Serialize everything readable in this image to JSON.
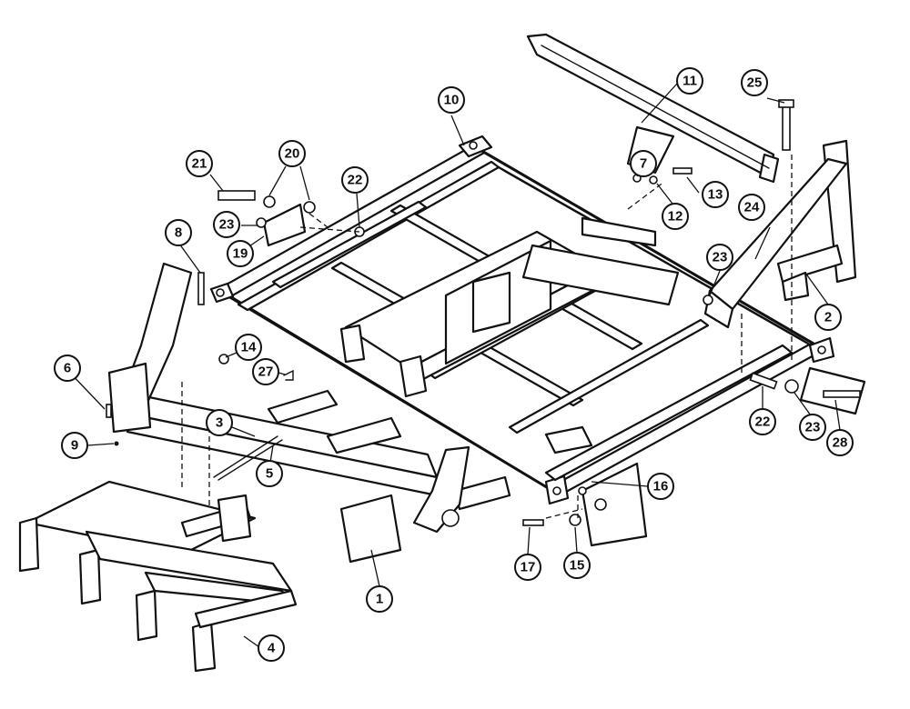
{
  "diagram": {
    "callouts": [
      {
        "id": "c1",
        "label": "1"
      },
      {
        "id": "c2",
        "label": "2"
      },
      {
        "id": "c3",
        "label": "3"
      },
      {
        "id": "c4",
        "label": "4"
      },
      {
        "id": "c5",
        "label": "5"
      },
      {
        "id": "c6",
        "label": "6"
      },
      {
        "id": "c7",
        "label": "7"
      },
      {
        "id": "c8",
        "label": "8"
      },
      {
        "id": "c9",
        "label": "9"
      },
      {
        "id": "c10",
        "label": "10"
      },
      {
        "id": "c11",
        "label": "11"
      },
      {
        "id": "c12",
        "label": "12"
      },
      {
        "id": "c13",
        "label": "13"
      },
      {
        "id": "c14",
        "label": "14"
      },
      {
        "id": "c15",
        "label": "15"
      },
      {
        "id": "c16",
        "label": "16"
      },
      {
        "id": "c17",
        "label": "17"
      },
      {
        "id": "c19",
        "label": "19"
      },
      {
        "id": "c20",
        "label": "20"
      },
      {
        "id": "c21",
        "label": "21"
      },
      {
        "id": "c22a",
        "label": "22"
      },
      {
        "id": "c22b",
        "label": "22"
      },
      {
        "id": "c23a",
        "label": "23"
      },
      {
        "id": "c23b",
        "label": "23"
      },
      {
        "id": "c23c",
        "label": "23"
      },
      {
        "id": "c24",
        "label": "24"
      },
      {
        "id": "c25",
        "label": "25"
      },
      {
        "id": "c27",
        "label": "27"
      },
      {
        "id": "c28",
        "label": "28"
      }
    ]
  }
}
